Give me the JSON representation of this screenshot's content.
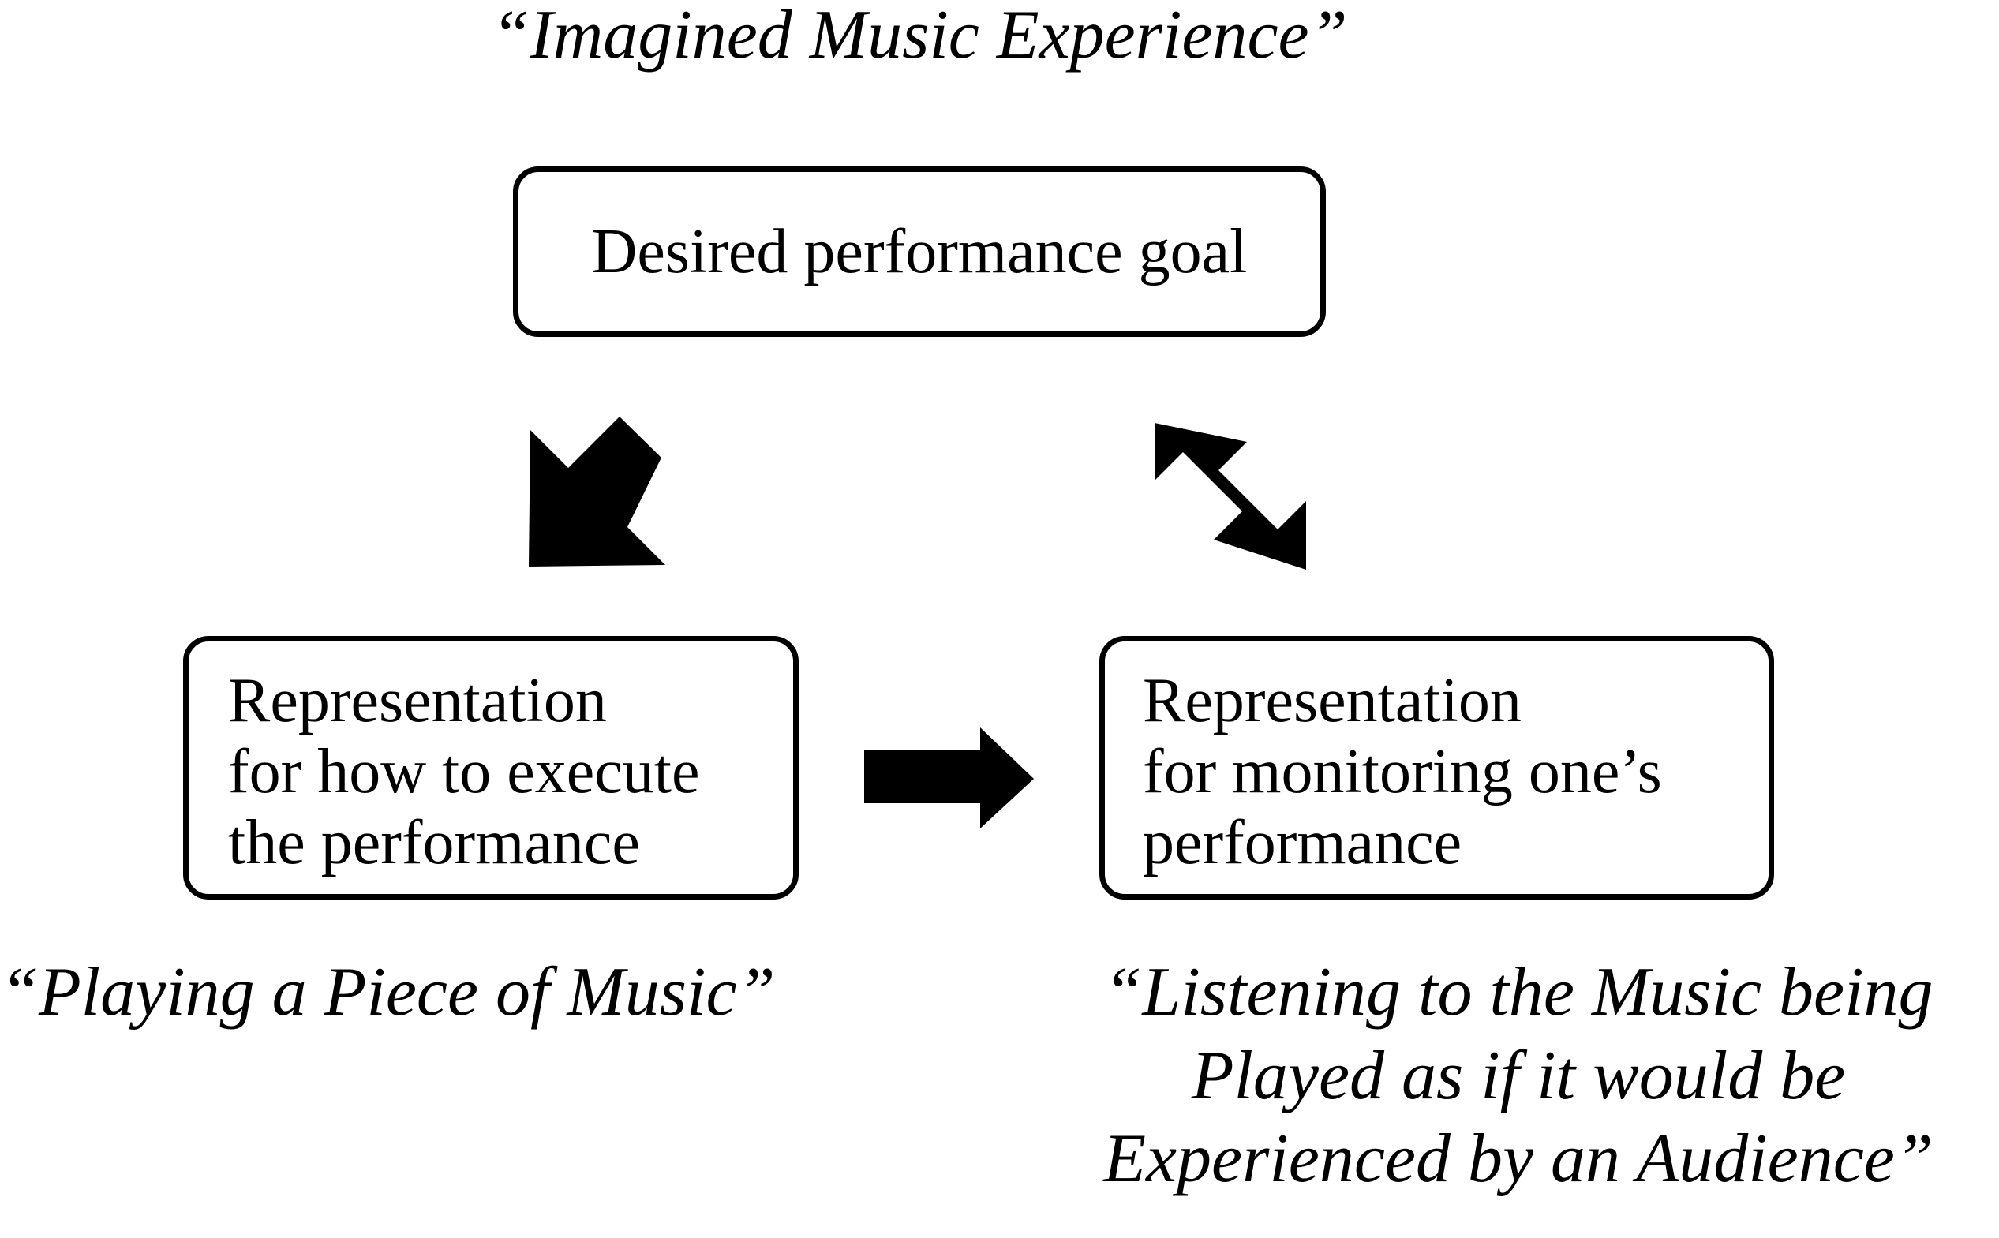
{
  "captions": {
    "top": "“Imagined Music Experience”",
    "left": "“Playing a Piece of Music”",
    "right": [
      "“Listening to the Music being",
      "Played as if it would be",
      "Experienced by an Audience”"
    ]
  },
  "boxes": {
    "goal": "Desired performance goal",
    "execute": [
      "Representation",
      "for how to execute",
      "the performance"
    ],
    "monitor": [
      "Representation",
      "for monitoring one’s",
      "performance"
    ]
  },
  "arrows": [
    {
      "name": "goal-to-execute",
      "direction": "one-way"
    },
    {
      "name": "goal-monitor",
      "direction": "two-way"
    },
    {
      "name": "execute-to-monitor",
      "direction": "one-way"
    }
  ],
  "colors": {
    "ink": "#000000",
    "background": "#ffffff"
  }
}
